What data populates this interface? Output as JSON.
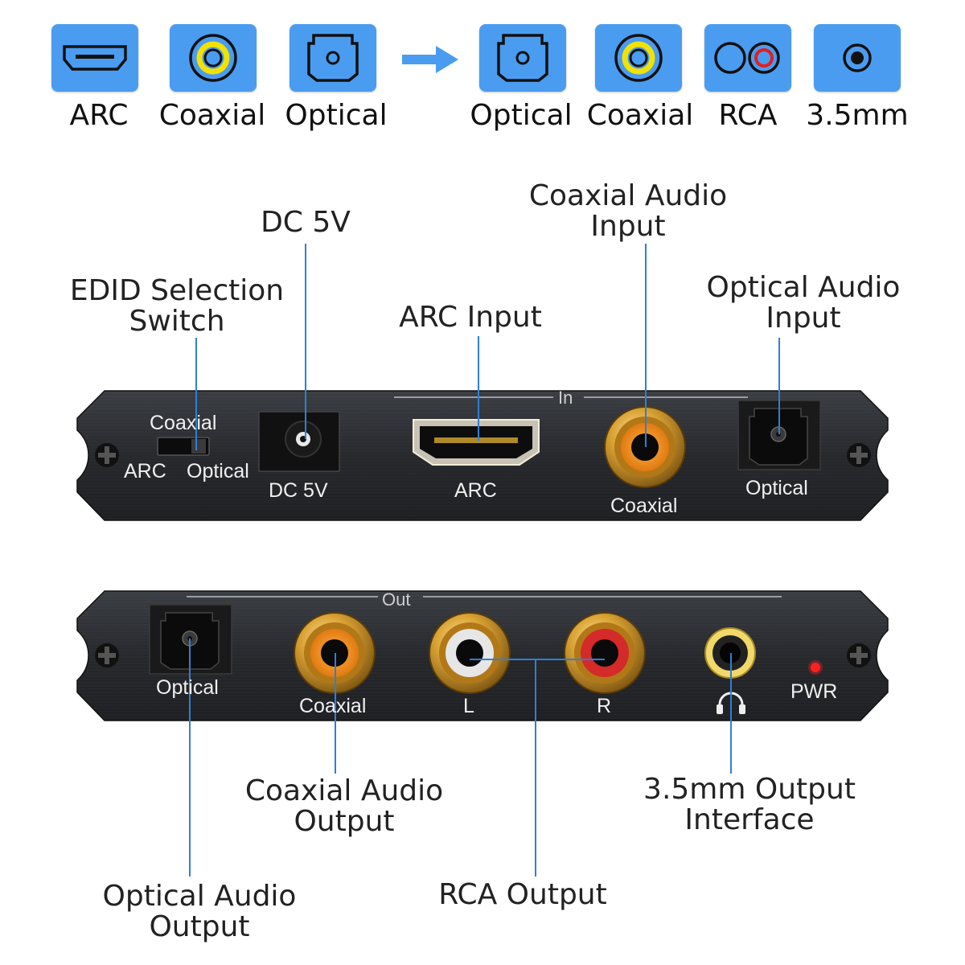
{
  "top_row": {
    "inputs": [
      {
        "label": "ARC",
        "icon": "hdmi-icon"
      },
      {
        "label": "Coaxial",
        "icon": "coaxial-icon"
      },
      {
        "label": "Optical",
        "icon": "optical-icon"
      }
    ],
    "arrow_icon": "arrow-right-icon",
    "outputs": [
      {
        "label": "Optical",
        "icon": "optical-icon"
      },
      {
        "label": "Coaxial",
        "icon": "coaxial-icon"
      },
      {
        "label": "RCA",
        "icon": "rca-icon"
      },
      {
        "label": "3.5mm",
        "icon": "jack-35mm-icon"
      }
    ]
  },
  "input_panel": {
    "section_label": "In",
    "switch_top": "Coaxial",
    "switch_left": "ARC",
    "switch_right": "Optical",
    "dc_label": "DC 5V",
    "arc_label": "ARC",
    "coaxial_label": "Coaxial",
    "optical_label": "Optical"
  },
  "output_panel": {
    "section_label": "Out",
    "optical_label": "Optical",
    "coaxial_label": "Coaxial",
    "l_label": "L",
    "r_label": "R",
    "pwr_label": "PWR",
    "headphone_icon": "headphone-icon"
  },
  "callouts": {
    "dc": "DC 5V",
    "edid": [
      "EDID Selection",
      "Switch"
    ],
    "arc_input": "ARC Input",
    "coaxial_in": [
      "Coaxial Audio",
      "Input"
    ],
    "optical_in": [
      "Optical Audio",
      "Input"
    ],
    "coaxial_out": [
      "Coaxial Audio",
      "Output"
    ],
    "jack_out": [
      "3.5mm Output",
      "Interface"
    ],
    "optical_out": [
      "Optical Audio",
      "Output"
    ],
    "rca_out": "RCA Output"
  },
  "colors": {
    "icon_bg": "#4a9cf0",
    "lead": "#2f7fd6",
    "panel": "#2a2d31",
    "gold": "#c8911f",
    "rca_red": "#d42a2a",
    "led": "#ff2020"
  }
}
